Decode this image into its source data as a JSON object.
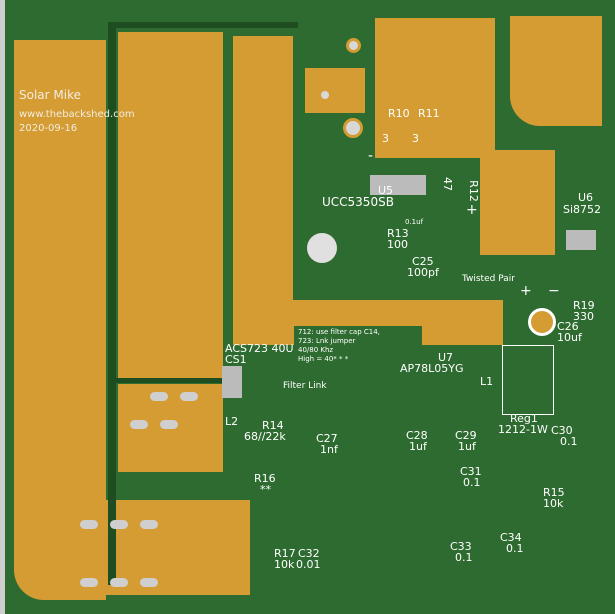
{
  "signature": {
    "name": "Solar Mike",
    "site": "www.thebackshed.com",
    "date": "2020-09-16"
  },
  "note": [
    "712: use filter cap C14,",
    "723: Lnk jumper",
    "40/80 Khz",
    "High = 40* * *"
  ],
  "labels": {
    "r10": "R10",
    "r11": "R11",
    "r10v": "3",
    "r11v": "3",
    "r12v": "47",
    "r12": "R12",
    "u5": "U5",
    "u5p": "UCC5350SB",
    "c_small": "0.1uf",
    "r13": "R13",
    "r13v": "100",
    "c25": "C25",
    "c25v": "100pf",
    "twisted": "Twisted Pair",
    "u6": "U6",
    "u6p": "Si8752",
    "r19": "R19",
    "r19v": "330",
    "c26": "C26",
    "c26v": "10uf",
    "acs": "ACS723 40U",
    "cs1": "CS1",
    "filter": "Filter Link",
    "l2": "L2",
    "r14": "R14",
    "r14v": "68//22k",
    "c27": "C27",
    "c27v": "1nf",
    "u7": "U7",
    "u7p": "AP78L05YG",
    "l1": "L1",
    "reg1": "Reg1",
    "reg1p": "1212-1W",
    "c28": "C28",
    "c28v": "1uf",
    "c29": "C29",
    "c29v": "1uf",
    "c30": "C30",
    "c30v": "0.1",
    "c31": "C31",
    "c31v": "0.1",
    "r15": "R15",
    "r15v": "10k",
    "r16": "R16",
    "r16v": "**",
    "r17": "R17",
    "r17v": "10k",
    "c32": "C32",
    "c32v": "0.01",
    "c33": "C33",
    "c33v": "0.1",
    "c34": "C34",
    "c34v": "0.1",
    "plus1": "+",
    "plus2": "+",
    "minus1": "-",
    "minus2": "−"
  },
  "colors": {
    "board": "#2e6b30",
    "copper": "#d49c32",
    "trace": "#1d4d20",
    "pad": "#d8d8d8"
  }
}
